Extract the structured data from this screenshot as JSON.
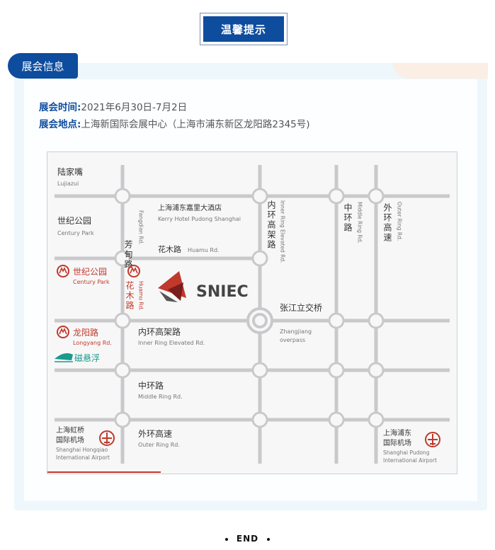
{
  "header": {
    "tip_label": "温馨提示"
  },
  "section": {
    "tab_label": "展会信息"
  },
  "info": {
    "time_key": "展会时间:",
    "time_value": "2021年6月30日-7月2日",
    "place_key": "展会地点:",
    "place_value": "上海新国际会展中心（上海市浦东新区龙阳路2345号)"
  },
  "map": {
    "lujiazui_cn": "陆家嘴",
    "lujiazui_en": "Lujiazui",
    "century_park_cn": "世纪公园",
    "century_park_en": "Century Park",
    "kerry_cn": "上海浦东嘉里大酒店",
    "kerry_en": "Kerry Hotel Pudong Shanghai",
    "fangdian_cn": "芳甸路",
    "fangdian_en": "Fangdian Rd.",
    "huamu_cn": "花木路",
    "huamu_en": "Huamu Rd.",
    "inner_ring_v_cn": "内环高架路",
    "inner_ring_v_en": "Inner Ring Elevated Rd.",
    "middle_ring_v_cn": "中环路",
    "middle_ring_v_en": "Middle Ring Rd.",
    "outer_ring_v_cn": "外环高速",
    "outer_ring_v_en": "Outer Ring Rd.",
    "metro_century_cn": "世纪公园",
    "metro_century_en": "Century Park",
    "metro_huamu_cn": "花木路",
    "metro_huamu_en": "Huamu Rd.",
    "sniec_logo": "SNIEC",
    "zhangjiang_cn": "张江立交桥",
    "zhangjiang_en1": "Zhangjiang",
    "zhangjiang_en2": "overpass",
    "longyang_cn": "龙阳路",
    "longyang_en": "Longyang Rd.",
    "inner_ring_h_cn": "内环高架路",
    "inner_ring_h_en": "Inner Ring Elevated Rd.",
    "maglev_cn": "磁悬浮",
    "middle_ring_h_cn": "中环路",
    "middle_ring_h_en": "Middle Ring Rd.",
    "hongqiao_cn1": "上海虹桥",
    "hongqiao_cn2": "国际机场",
    "hongqiao_en1": "Shanghai Hongqiao",
    "hongqiao_en2": "International Airport",
    "outer_ring_h_cn": "外环高速",
    "outer_ring_h_en": "Outer Ring Rd.",
    "pudong_cn1": "上海浦东",
    "pudong_cn2": "国际机场",
    "pudong_en1": "Shanghai Pudong",
    "pudong_en2": "International Airport",
    "colors": {
      "road": "#c9c9cb",
      "metro": "#c0392b",
      "maglev": "#1a9a8c",
      "logo_red": "#c0392b"
    }
  },
  "footer": {
    "end_label": "END"
  }
}
